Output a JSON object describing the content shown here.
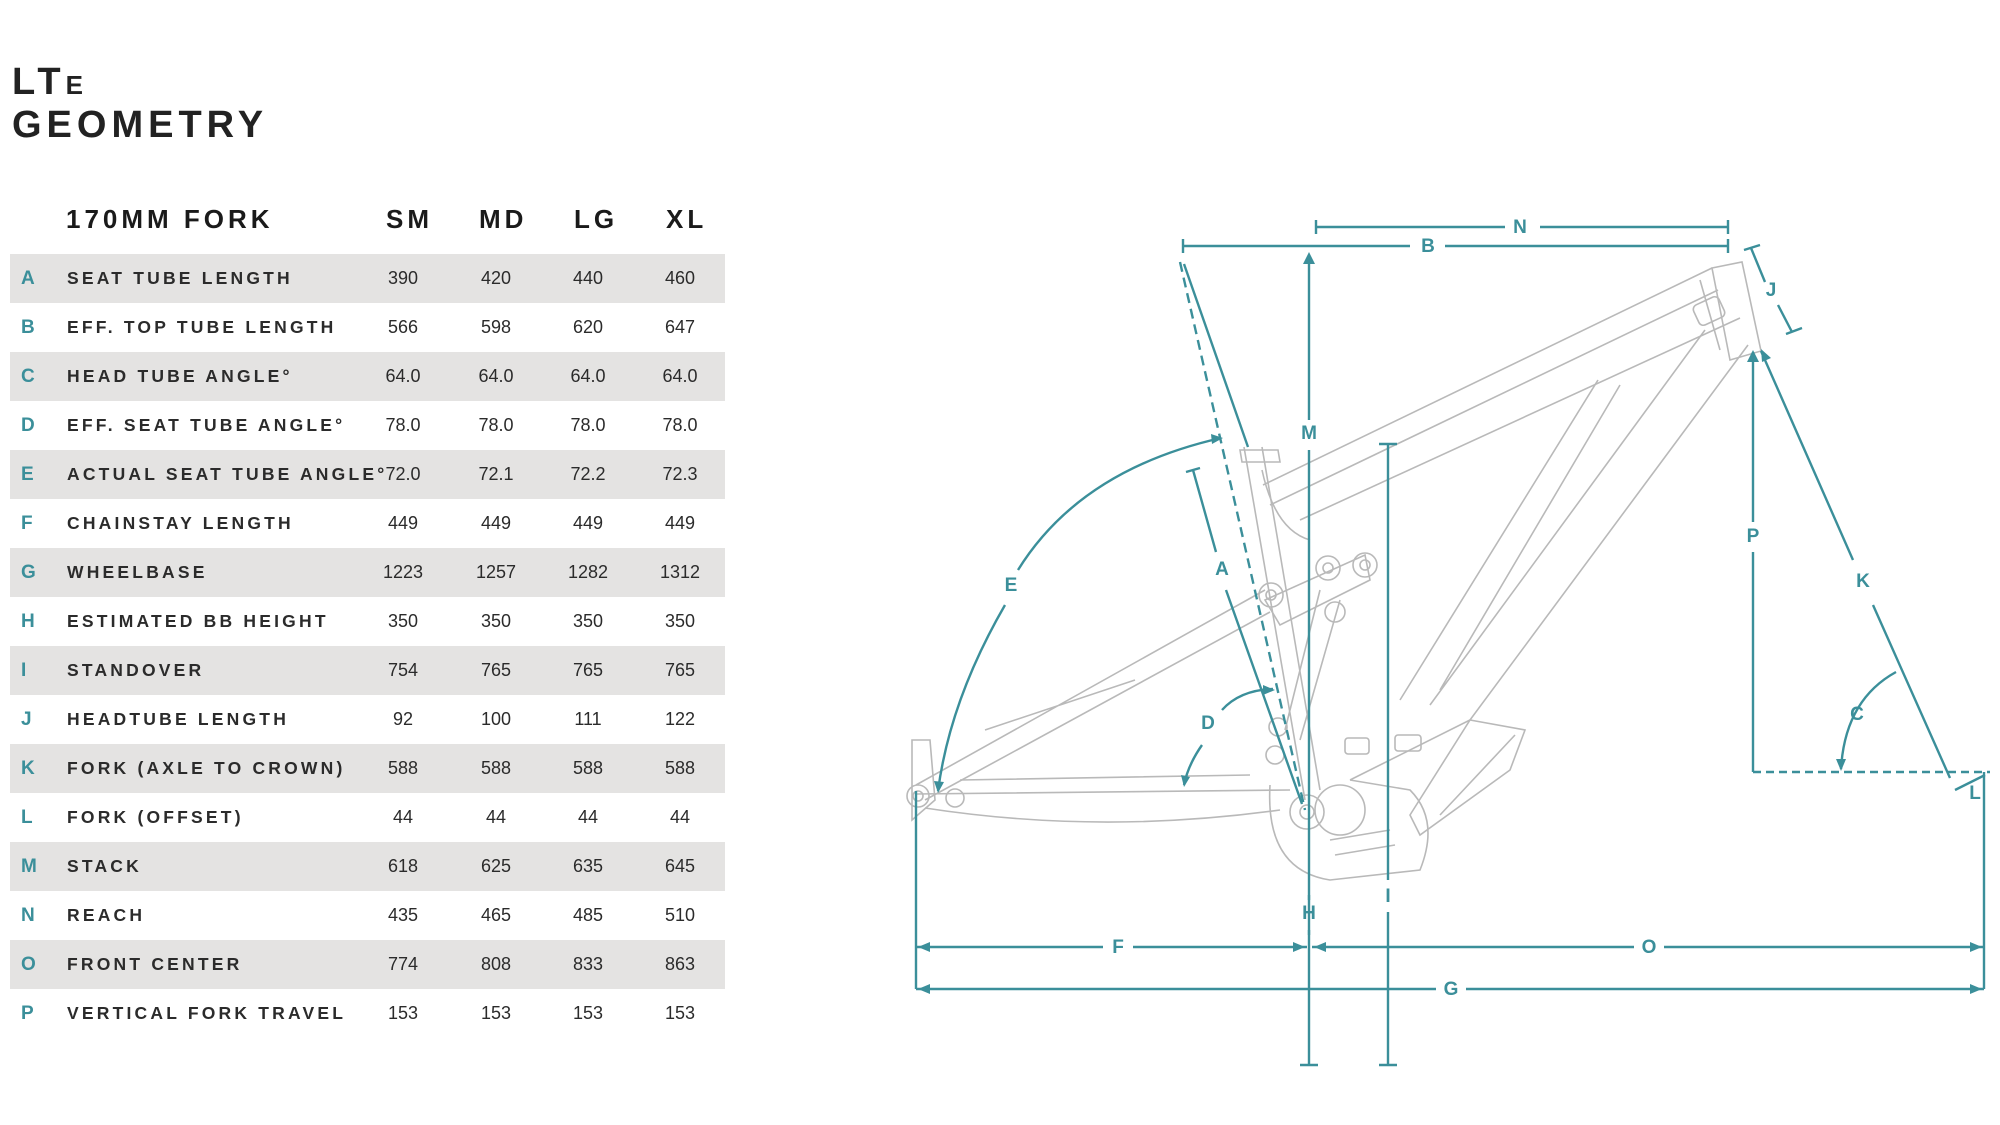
{
  "title": {
    "model_main": "LT",
    "model_sub": "E",
    "subtitle": "GEOMETRY"
  },
  "table": {
    "header": {
      "label": "170MM FORK",
      "sizes": [
        "SM",
        "MD",
        "LG",
        "XL"
      ]
    },
    "rows": [
      {
        "letter": "A",
        "label": "SEAT TUBE LENGTH",
        "values": [
          "390",
          "420",
          "440",
          "460"
        ]
      },
      {
        "letter": "B",
        "label": "EFF. TOP TUBE LENGTH",
        "values": [
          "566",
          "598",
          "620",
          "647"
        ]
      },
      {
        "letter": "C",
        "label": "HEAD TUBE ANGLE°",
        "values": [
          "64.0",
          "64.0",
          "64.0",
          "64.0"
        ]
      },
      {
        "letter": "D",
        "label": "EFF. SEAT TUBE ANGLE°",
        "values": [
          "78.0",
          "78.0",
          "78.0",
          "78.0"
        ]
      },
      {
        "letter": "E",
        "label": "ACTUAL SEAT TUBE ANGLE°",
        "values": [
          "72.0",
          "72.1",
          "72.2",
          "72.3"
        ]
      },
      {
        "letter": "F",
        "label": "CHAINSTAY LENGTH",
        "values": [
          "449",
          "449",
          "449",
          "449"
        ]
      },
      {
        "letter": "G",
        "label": "WHEELBASE",
        "values": [
          "1223",
          "1257",
          "1282",
          "1312"
        ]
      },
      {
        "letter": "H",
        "label": "ESTIMATED BB HEIGHT",
        "values": [
          "350",
          "350",
          "350",
          "350"
        ]
      },
      {
        "letter": "I",
        "label": "STANDOVER",
        "values": [
          "754",
          "765",
          "765",
          "765"
        ]
      },
      {
        "letter": "J",
        "label": "HEADTUBE LENGTH",
        "values": [
          "92",
          "100",
          "111",
          "122"
        ]
      },
      {
        "letter": "K",
        "label": "FORK (AXLE TO CROWN)",
        "values": [
          "588",
          "588",
          "588",
          "588"
        ]
      },
      {
        "letter": "L",
        "label": "FORK (OFFSET)",
        "values": [
          "44",
          "44",
          "44",
          "44"
        ]
      },
      {
        "letter": "M",
        "label": "STACK",
        "values": [
          "618",
          "625",
          "635",
          "645"
        ]
      },
      {
        "letter": "N",
        "label": "REACH",
        "values": [
          "435",
          "465",
          "485",
          "510"
        ]
      },
      {
        "letter": "O",
        "label": "FRONT CENTER",
        "values": [
          "774",
          "808",
          "833",
          "863"
        ]
      },
      {
        "letter": "P",
        "label": "VERTICAL FORK TRAVEL",
        "values": [
          "153",
          "153",
          "153",
          "153"
        ]
      }
    ]
  },
  "diagram": {
    "labels": {
      "A": "A",
      "B": "B",
      "C": "C",
      "D": "D",
      "E": "E",
      "F": "F",
      "G": "G",
      "H": "H",
      "I": "I",
      "J": "J",
      "K": "K",
      "L": "L",
      "M": "M",
      "N": "N",
      "O": "O",
      "P": "P"
    },
    "accent_color": "#3b8f9a",
    "frame_color": "#b9b9b9"
  }
}
